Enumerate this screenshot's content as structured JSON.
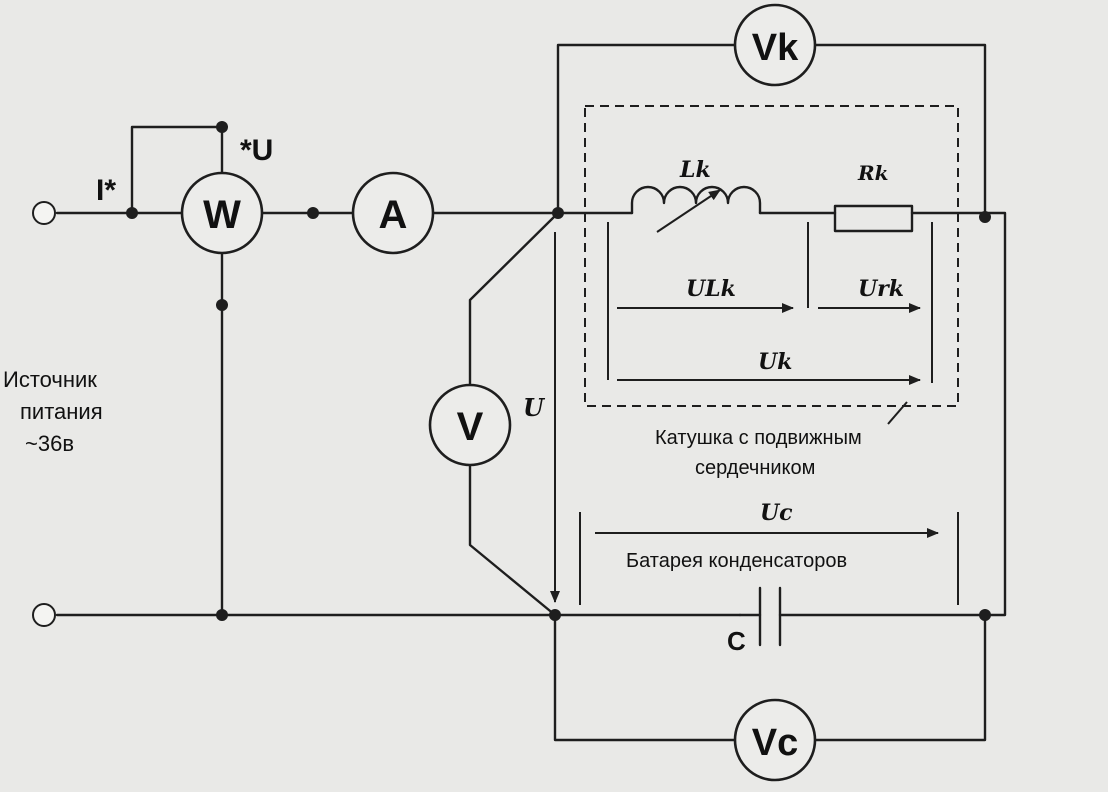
{
  "meters": {
    "wattmeter": "W",
    "ammeter": "A",
    "voltmeter": "V",
    "voltmeter_coil": "Vk",
    "voltmeter_capacitor": "Vc"
  },
  "wattmeter_terminals": {
    "current": "I*",
    "voltage": "*U"
  },
  "source": {
    "line1": "Источник",
    "line2": "питания",
    "line3": "~36в"
  },
  "coil": {
    "inductance": "Lk",
    "resistance": "Rk",
    "caption_line1": "Катушка с подвижным",
    "caption_line2": "сердечником"
  },
  "voltages": {
    "u_total": "U",
    "u_lk": "ULk",
    "u_rk": "Urk",
    "u_k": "Uk",
    "u_c": "Uc"
  },
  "capacitor": {
    "symbol": "C",
    "caption": "Батарея конденсаторов"
  }
}
